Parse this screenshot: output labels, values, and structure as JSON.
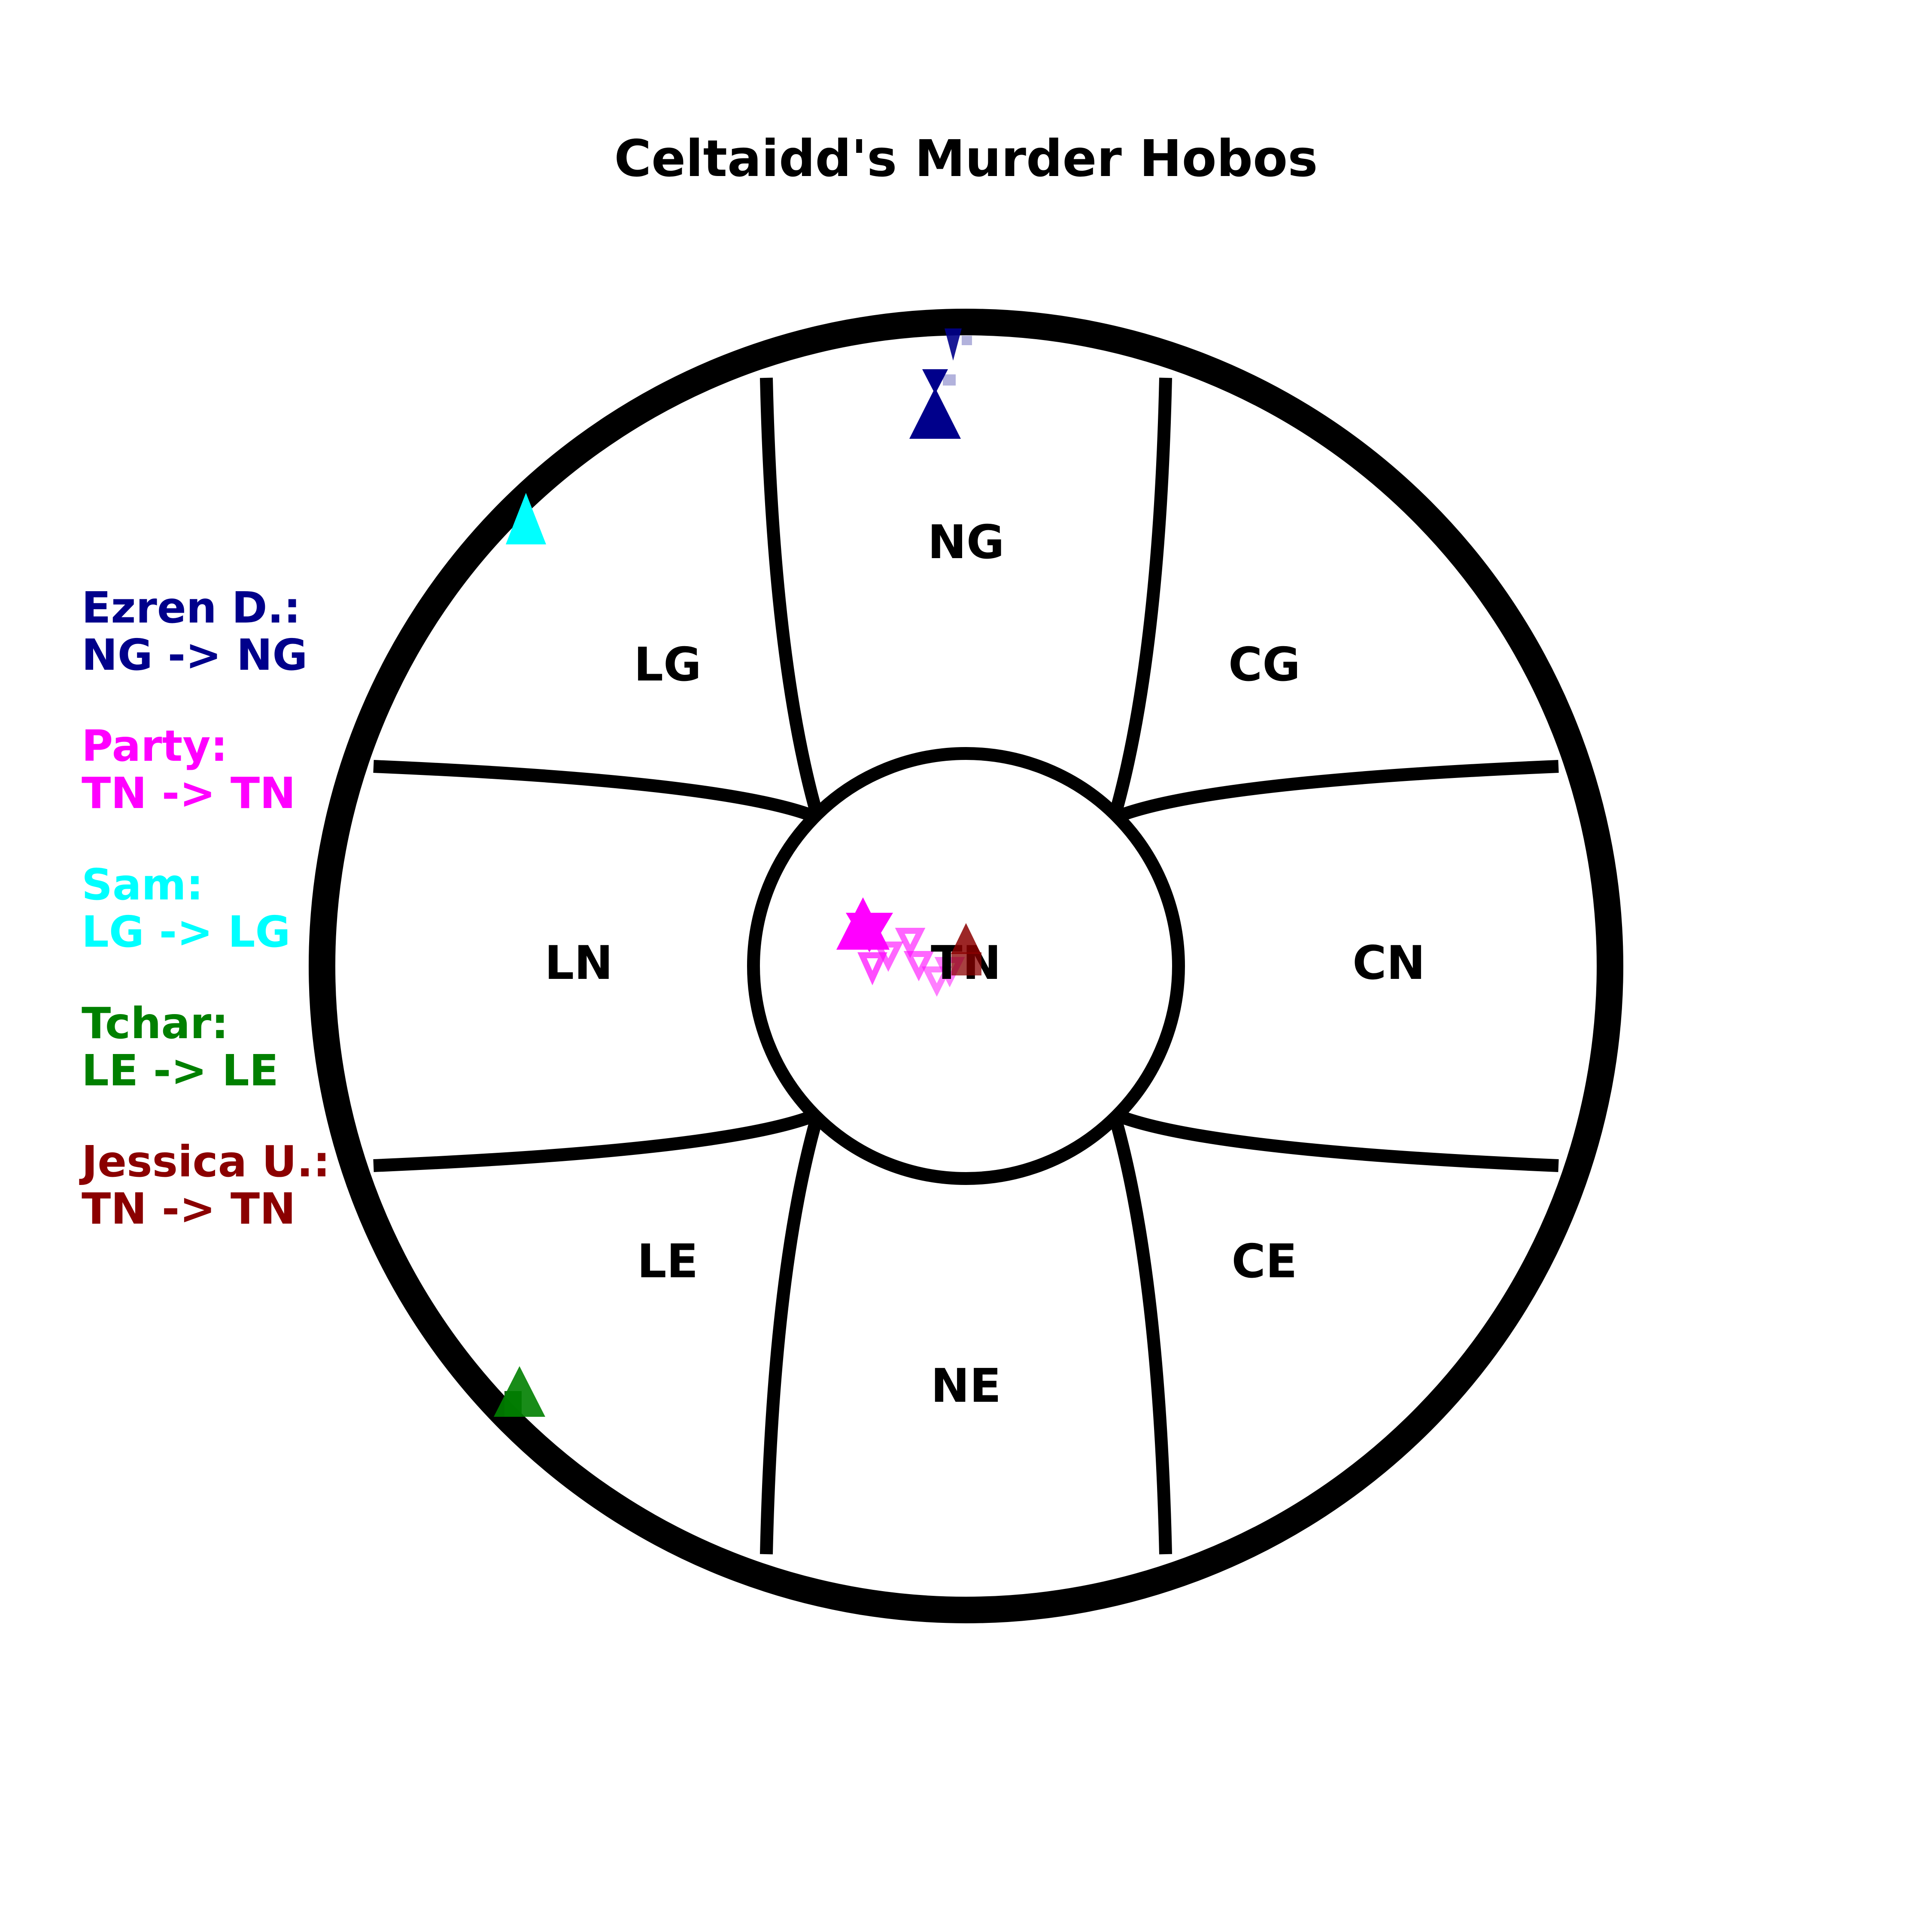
{
  "title": "Celtaidd's Murder Hobos",
  "zones": {
    "ng": "NG",
    "lg": "LG",
    "cg": "CG",
    "ln": "LN",
    "tn": "TN",
    "cn": "CN",
    "le": "LE",
    "ne": "NE",
    "ce": "CE"
  },
  "legend": [
    {
      "name": "Ezren D.:",
      "change": "NG -> NG",
      "color": "#00008b"
    },
    {
      "name": "Party:",
      "change": "TN -> TN",
      "color": "#ff00ff"
    },
    {
      "name": "Sam:",
      "change": "LG -> LG",
      "color": "#00ffff"
    },
    {
      "name": "Tchar:",
      "change": "LE -> LE",
      "color": "#008000"
    },
    {
      "name": "Jessica U.:",
      "change": "TN -> TN",
      "color": "#8b0000"
    }
  ],
  "marker_icons": {
    "start": "triangle-down-icon",
    "end": "triangle-up-icon"
  }
}
